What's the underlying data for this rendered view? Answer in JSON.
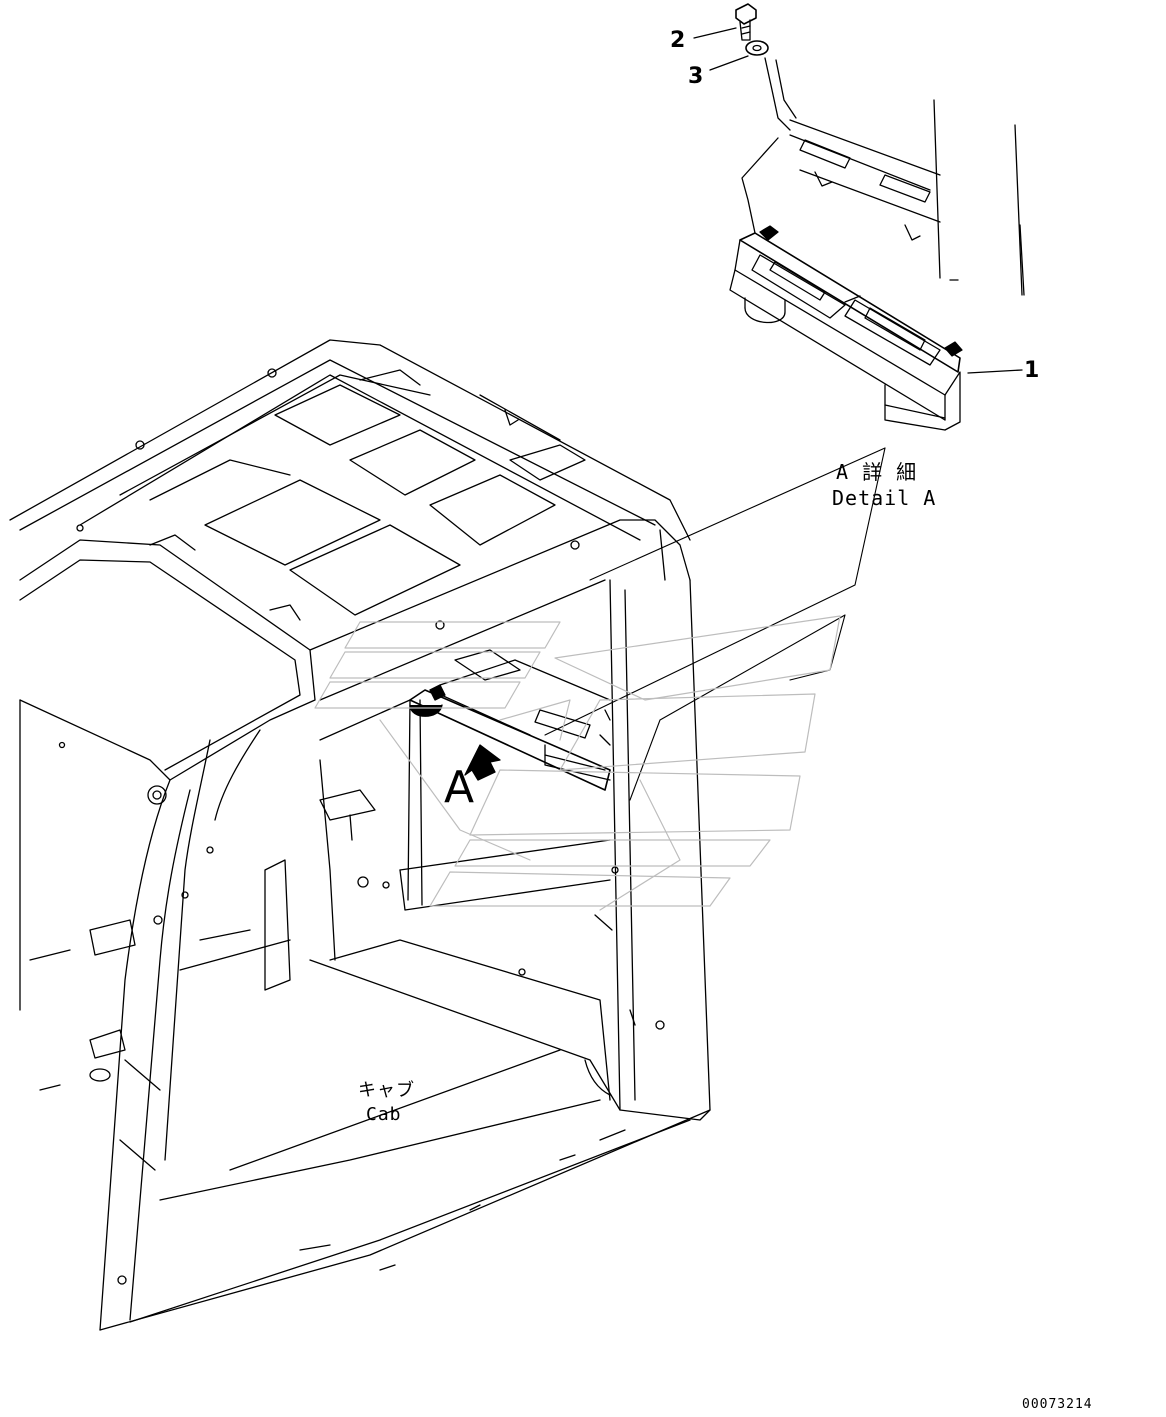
{
  "callouts": {
    "part1": "1",
    "part2": "2",
    "part3": "3"
  },
  "detail_label": {
    "japanese": "A 詳 細",
    "english": "Detail A"
  },
  "view_marker": "A",
  "cab_label": {
    "japanese": "キャブ",
    "english": "Cab"
  },
  "drawing_number": "00073214",
  "colors": {
    "line": "#000000",
    "background": "#ffffff"
  }
}
